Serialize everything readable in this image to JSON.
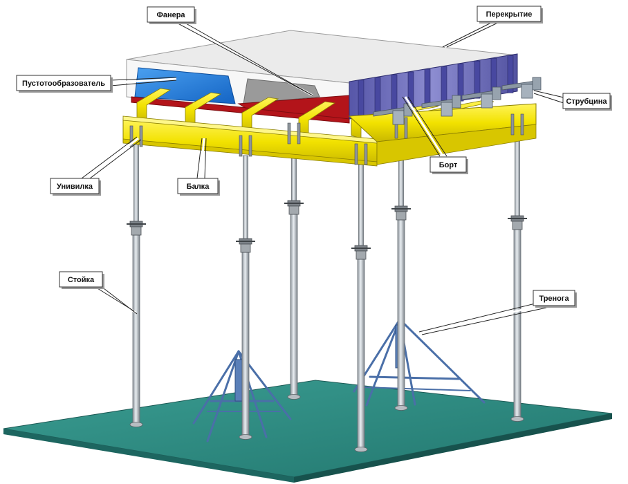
{
  "labels": {
    "plywood": "Фанера",
    "slab": "Перекрытие",
    "void_former": "Пустотообразователь",
    "clamp": "Струбцина",
    "side_form": "Борт",
    "fork_head": "Унивилка",
    "beam": "Балка",
    "prop": "Стойка",
    "tripod": "Тренога"
  },
  "colors": {
    "ground": "#2e8b82",
    "slab_top": "#e6e6e6",
    "void_former": "#1e78d8",
    "plywood": "#b3141a",
    "beam": "#f2e200",
    "side_form": "#6a6ab8",
    "prop": "#c8cdd2",
    "tripod": "#4a6fa8"
  }
}
